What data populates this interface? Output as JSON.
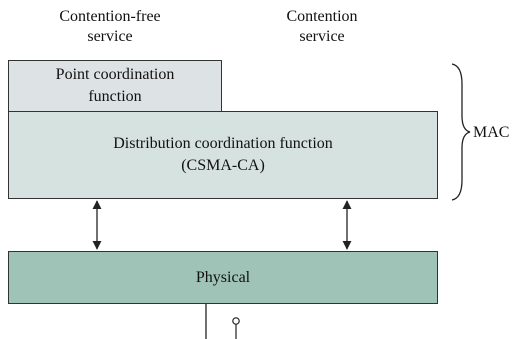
{
  "labels": {
    "contention_free_service": "Contention-free\nservice",
    "contention_service": "Contention\nservice"
  },
  "blocks": {
    "point_coordination": "Point coordination\nfunction",
    "distribution_coordination": "Distribution coordination function\n(CSMA-CA)",
    "physical": "Physical"
  },
  "brace_label": "MAC",
  "colors": {
    "point_coordination_fill": "#dde3e4",
    "distribution_coordination_fill": "#d6e2df",
    "physical_fill": "#9fc3b7",
    "line": "#333333"
  }
}
